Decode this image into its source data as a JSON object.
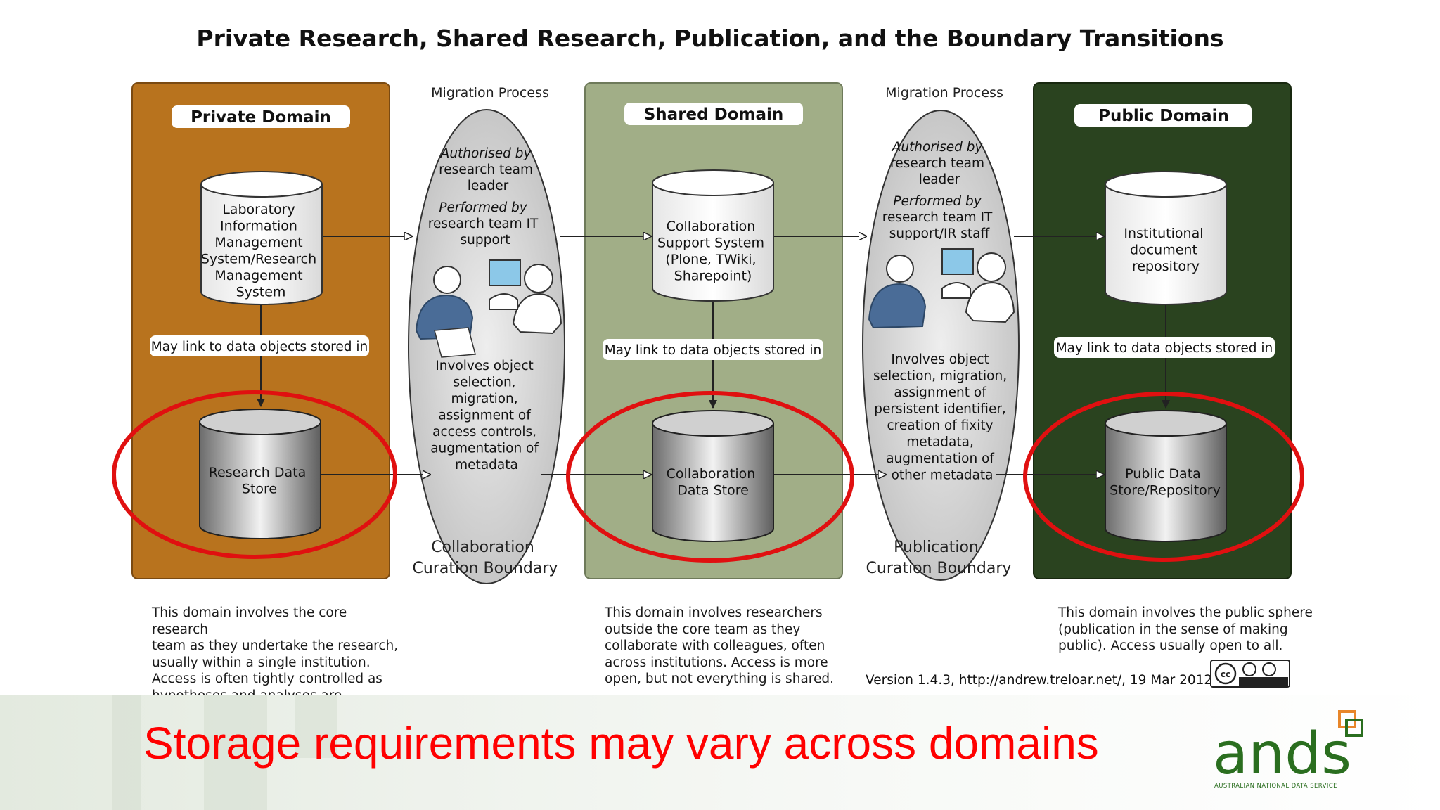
{
  "title": "Private Research, Shared Research, Publication, and the Boundary Transitions",
  "domains": {
    "private": {
      "label": "Private Domain",
      "color": "#b8731e",
      "system_lines": [
        "Laboratory",
        "Information",
        "Management",
        "System/Research",
        "Management",
        "System"
      ],
      "link_label": "May link to data objects stored in",
      "store_lines": [
        "Research Data",
        "Store"
      ],
      "caption": "This domain involves the core research\nteam as they undertake the research,\nusually within a single institution.\nAccess is often tightly controlled as\nhypotheses and analyses are developed."
    },
    "shared": {
      "label": "Shared Domain",
      "color": "#a1ae87",
      "system_lines": [
        "Collaboration",
        "Support System",
        "(Plone, TWiki,",
        "Sharepoint)"
      ],
      "link_label": "May link to data objects stored in",
      "store_lines": [
        "Collaboration",
        "Data Store"
      ],
      "caption": "This domain involves researchers\noutside the core team as they\ncollaborate with colleagues, often\nacross institutions. Access is more\nopen, but not everything is shared."
    },
    "public": {
      "label": "Public Domain",
      "color": "#2a431f",
      "system_lines": [
        "Institutional",
        "document",
        "repository"
      ],
      "link_label": "May link to data objects stored in",
      "store_lines": [
        "Public Data",
        "Store/Repository"
      ],
      "caption": "This domain involves the public sphere\n(publication in the sense of making\npublic). Access usually open to all."
    }
  },
  "migrations": {
    "collaboration": {
      "header": "Migration Process",
      "authorised_lines": [
        "Authorised by",
        "research team",
        "leader"
      ],
      "performed_lines": [
        "Performed by",
        "research team IT",
        "support"
      ],
      "involves_lines": [
        "Involves object",
        "selection,",
        "migration,",
        "assignment of",
        "access controls,",
        "augmentation of",
        "metadata"
      ],
      "boundary_lines": [
        "Collaboration",
        "Curation Boundary"
      ]
    },
    "publication": {
      "header": "Migration Process",
      "authorised_lines": [
        "Authorised by",
        "research team",
        "leader"
      ],
      "performed_lines": [
        "Performed by",
        "research team IT",
        "support/IR staff"
      ],
      "involves_lines": [
        "Involves object",
        "selection, migration,",
        "assignment of",
        "persistent identifier,",
        "creation of fixity",
        "metadata,",
        "augmentation of",
        "other metadata"
      ],
      "boundary_lines": [
        "Publication",
        "Curation Boundary"
      ]
    }
  },
  "version": "Version 1.4.3,  http://andrew.treloar.net/, 19 Mar 2012",
  "license_badge": "cc-by-nc-badge",
  "highlight_color": "#e01010",
  "tagline": "Storage requirements may vary across domains",
  "logo": {
    "text": "ands",
    "subtext": "AUSTRALIAN NATIONAL DATA SERVICE",
    "color": "#2a6e1f",
    "accent": "#e8862a"
  }
}
